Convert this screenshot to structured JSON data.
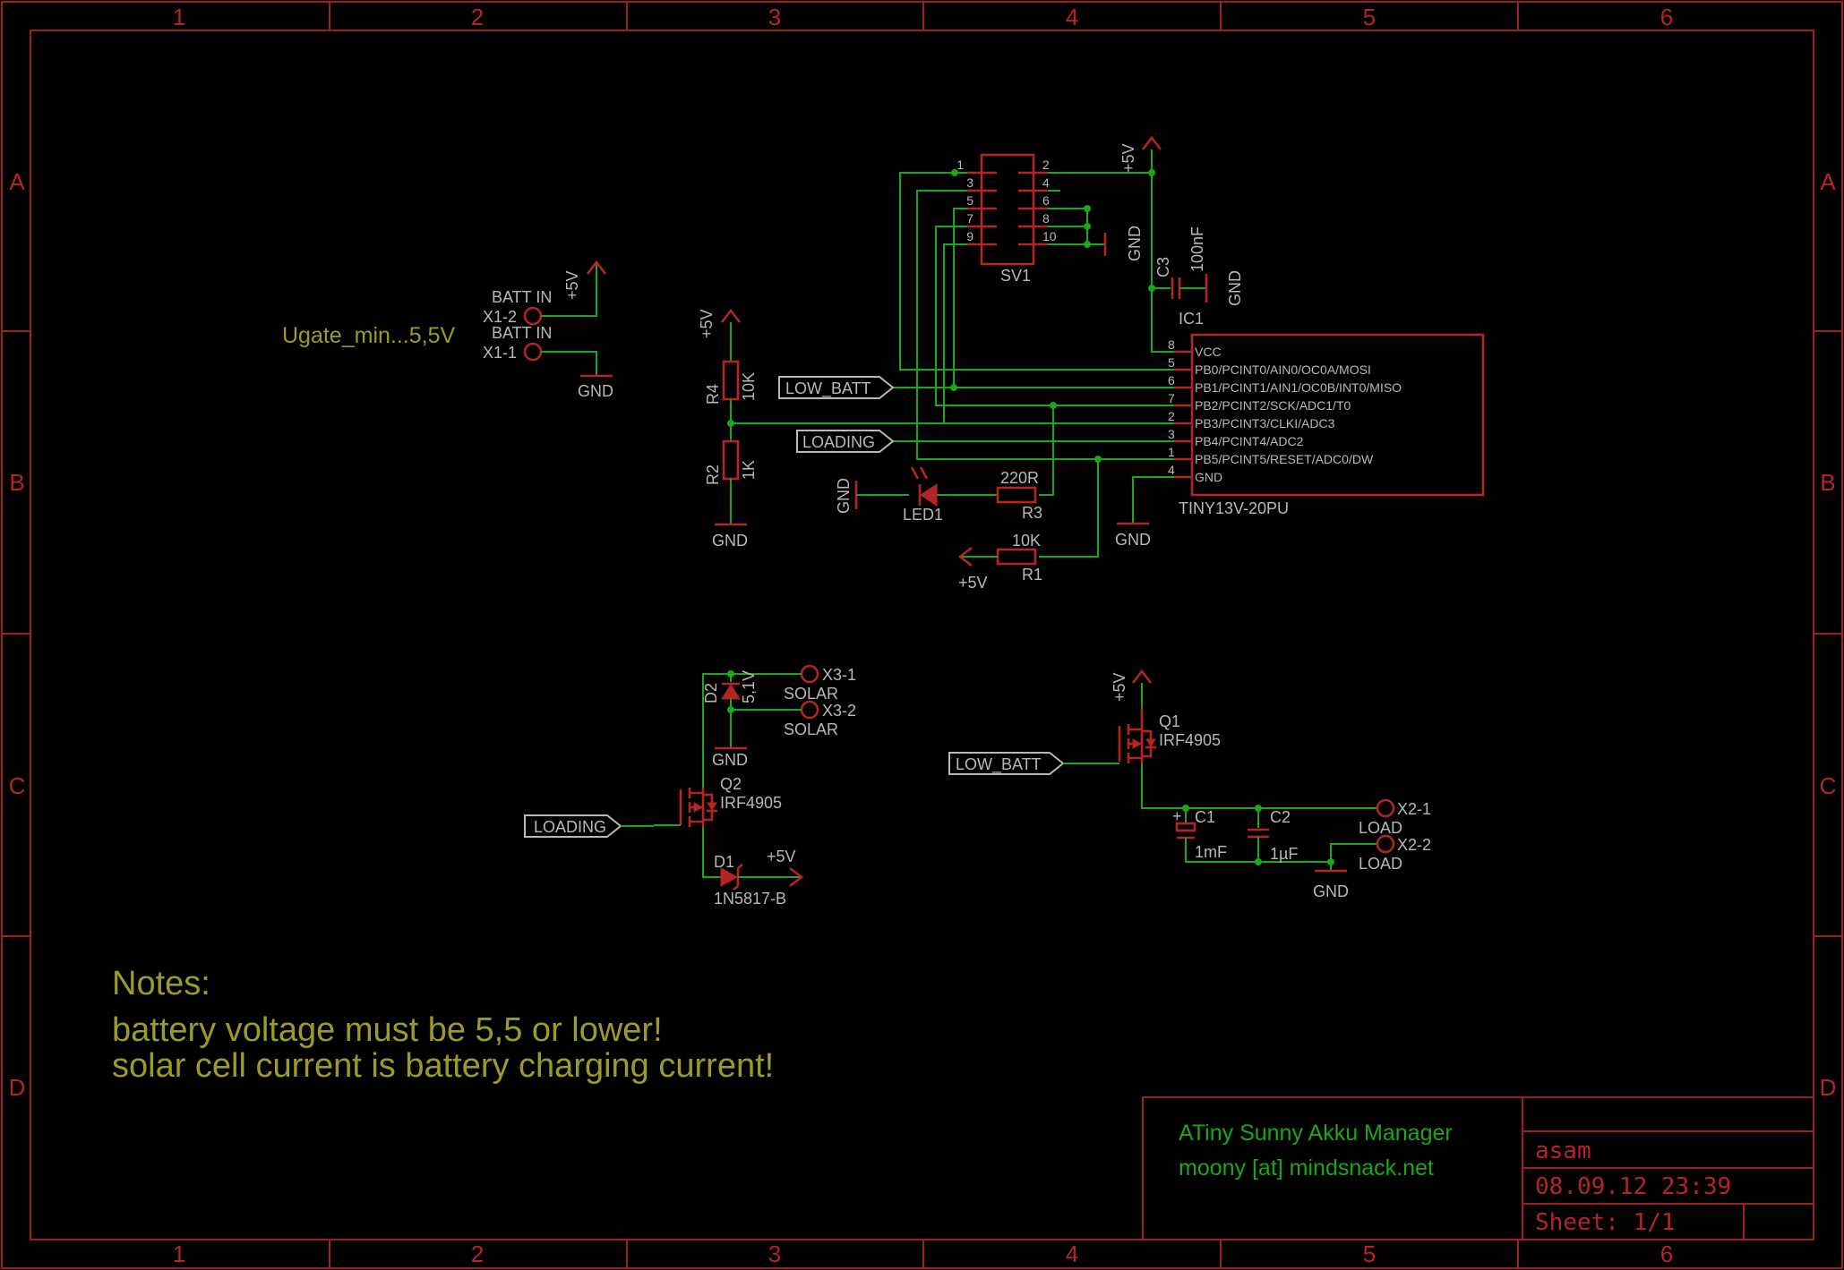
{
  "grid": {
    "columns": [
      "1",
      "2",
      "3",
      "4",
      "5",
      "6"
    ],
    "rows": [
      "A",
      "B",
      "C",
      "D"
    ]
  },
  "notes": {
    "heading": "Notes:",
    "line1": "battery voltage must be 5,5 or lower!",
    "line2": "solar cell current is battery charging current!"
  },
  "annotation_ugate": "Ugate_min...5,5V",
  "title_block": {
    "title": "ATiny Sunny Akku Manager",
    "contact": "moony [at] mindsnack.net",
    "author": "asam",
    "datetime": "08.09.12  23:39",
    "sheet": "Sheet: 1/1"
  },
  "supply": {
    "vcc": "+5V",
    "gnd": "GND"
  },
  "connectors": {
    "batt_in": {
      "pin2": "X1-2",
      "pin1": "X1-1",
      "label": "BATT IN"
    },
    "solar": {
      "pin1": "X3-1",
      "pin2": "X3-2",
      "label": "SOLAR"
    },
    "load": {
      "pin1": "X2-1",
      "pin2": "X2-2",
      "label": "LOAD"
    }
  },
  "header": {
    "name": "SV1",
    "left_pins": [
      "1",
      "3",
      "5",
      "7",
      "9"
    ],
    "right_pins": [
      "2",
      "4",
      "6",
      "8",
      "10"
    ]
  },
  "ic": {
    "name": "IC1",
    "part": "TINY13V-20PU",
    "pin_numbers": [
      "8",
      "5",
      "6",
      "7",
      "2",
      "3",
      "1",
      "4"
    ],
    "pin_names": [
      "VCC",
      "PB0/PCINT0/AIN0/OC0A/MOSI",
      "PB1/PCINT1/AIN1/OC0B/INT0/MISO",
      "PB2/PCINT2/SCK/ADC1/T0",
      "PB3/PCINT3/CLKI/ADC3",
      "PB4/PCINT4/ADC2",
      "PB5/PCINT5/RESET/ADC0/DW",
      "GND"
    ]
  },
  "components": {
    "c3": {
      "name": "C3",
      "value": "100nF"
    },
    "r4": {
      "name": "R4",
      "value": "10K"
    },
    "r2": {
      "name": "R2",
      "value": "1K"
    },
    "r3": {
      "name": "R3",
      "value": "220R"
    },
    "r1": {
      "name": "R1",
      "value": "10K"
    },
    "led1": {
      "name": "LED1"
    },
    "d2": {
      "name": "D2",
      "value": "5,1V"
    },
    "q2": {
      "name": "Q2",
      "value": "IRF4905"
    },
    "d1": {
      "name": "D1",
      "value": "1N5817-B"
    },
    "q1": {
      "name": "Q1",
      "value": "IRF4905"
    },
    "c1": {
      "name": "C1",
      "value": "1mF"
    },
    "c2": {
      "name": "C2",
      "value": "1µF"
    }
  },
  "net_labels": {
    "low_batt": "LOW_BATT",
    "loading": "LOADING"
  }
}
